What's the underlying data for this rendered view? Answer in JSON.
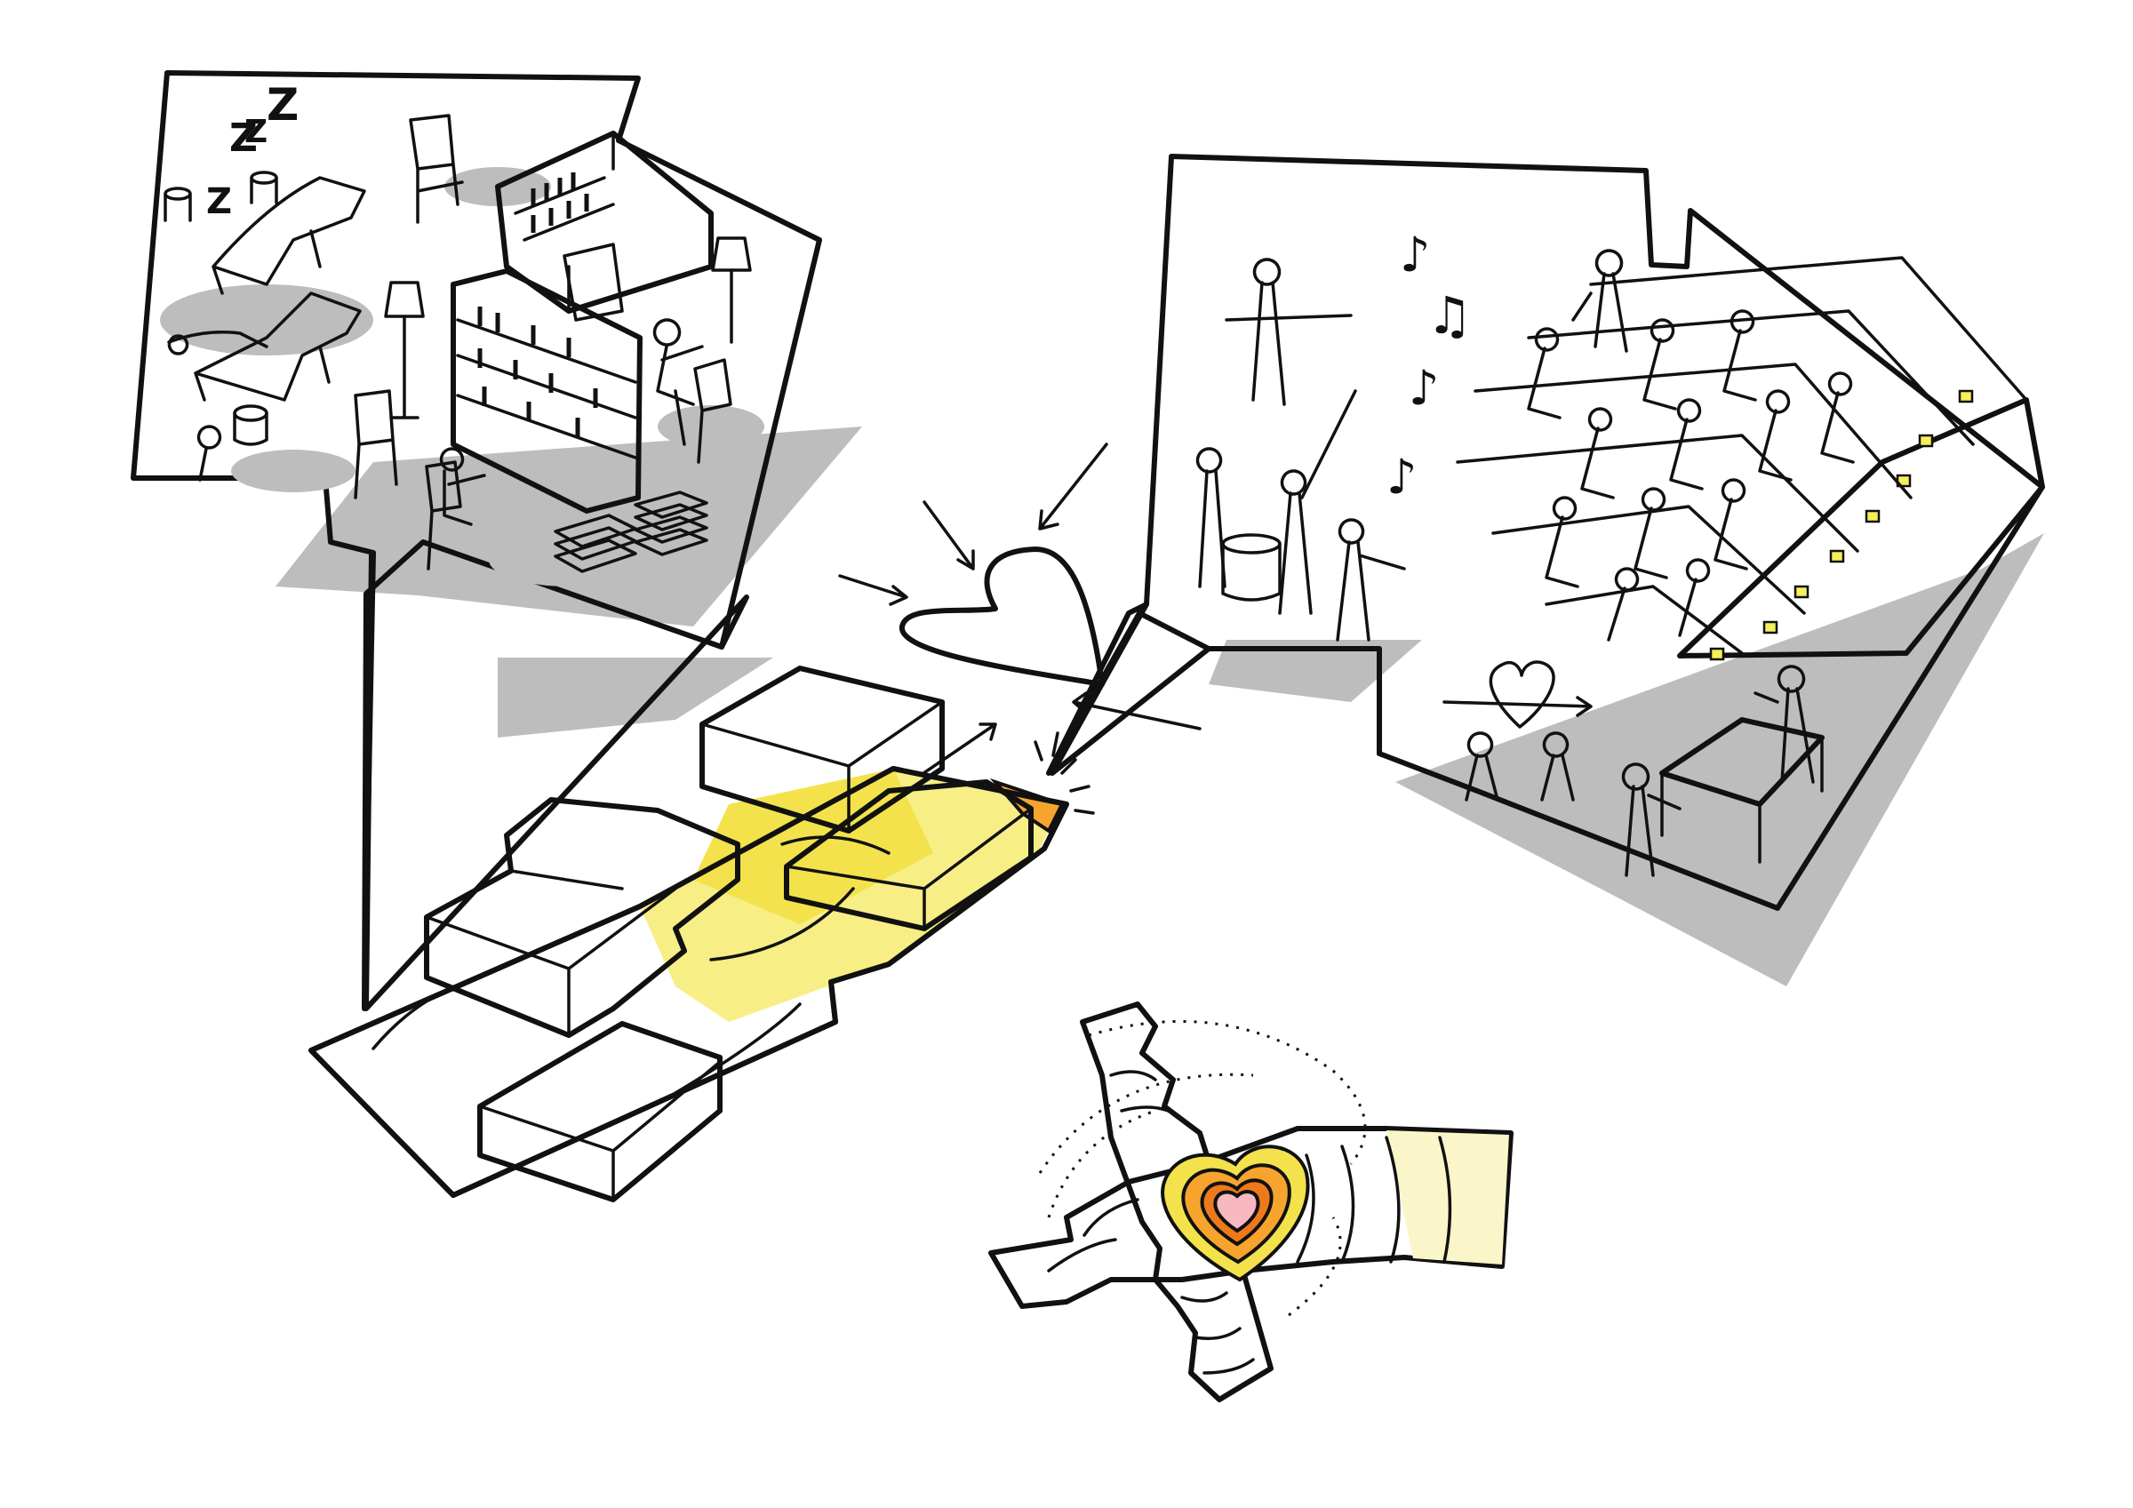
{
  "colors": {
    "ink": "#111111",
    "shadow": "#bdbdbd",
    "paper": "#ffffff",
    "heart": "#f7b8bf",
    "heart_deep": "#f29aa6",
    "light_blue": "#c3e6f1",
    "lamp_yellow": "#f6ef5c",
    "floor_yellow_light": "#fbf6c9",
    "floor_yellow": "#f7ee86",
    "floor_yellow_deep": "#f3e24b",
    "accent_orange": "#f6a42e",
    "accent_orange_deep": "#ec7a1c",
    "olive": "#b3a532",
    "block_white": "#ffffff"
  },
  "icons": {
    "sleep": "zzz-sleep-icon",
    "music": "music-note-icon",
    "heart": "heart-icon",
    "arrow": "arrow-icon",
    "lamp": "floor-lamp-icon",
    "chair": "chair-icon",
    "bookshelf": "bookshelf-icon",
    "ping_pong": "ping-pong-table-icon",
    "drum": "drum-icon",
    "stairs": "stair-seating-icon"
  },
  "panels": [
    {
      "id": "reading-lounge",
      "content": [
        "lounge-chairs",
        "bookshelves",
        "floor-lamps",
        "chairs",
        "book-stacks"
      ]
    },
    {
      "id": "music-and-play",
      "content": [
        "musicians",
        "stair-audience",
        "ping-pong-table",
        "couple"
      ]
    }
  ],
  "glyphs": {
    "sleep_letters": [
      "Z",
      "Z",
      "Z",
      "Z"
    ],
    "notes": [
      "♪",
      "♫",
      "♪",
      "♪"
    ]
  }
}
